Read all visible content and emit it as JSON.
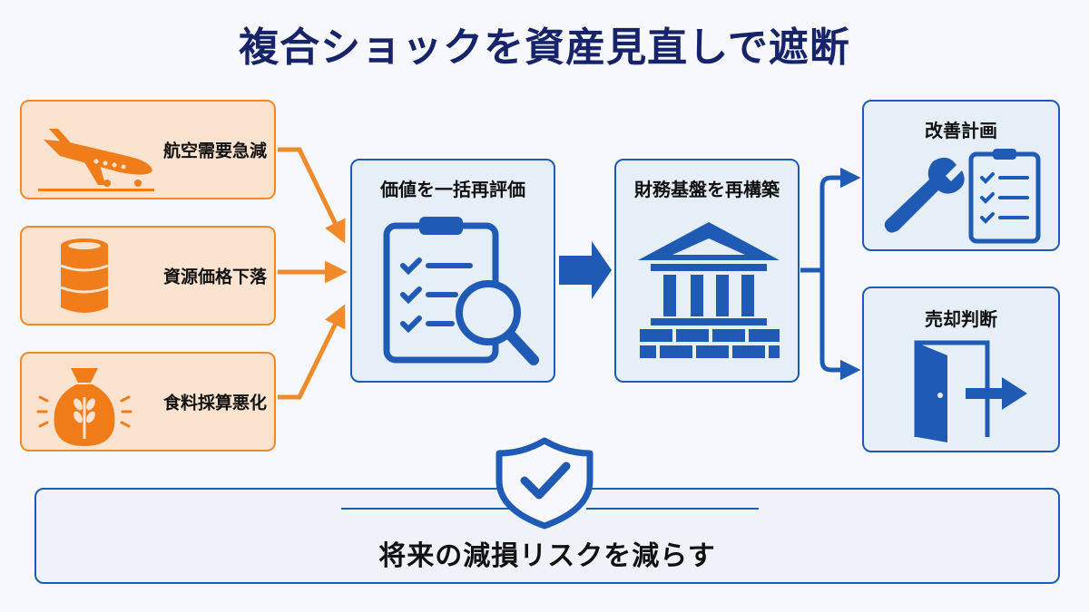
{
  "title": "複合ショックを資産見直しで遮断",
  "shocks": [
    {
      "label": "航空需要急減",
      "icon": "airplane-landing-icon"
    },
    {
      "label": "資源価格下落",
      "icon": "oil-barrel-icon"
    },
    {
      "label": "食料採算悪化",
      "icon": "grain-sack-icon"
    }
  ],
  "steps": {
    "revalue": {
      "label": "価値を一括再評価",
      "icon": "clipboard-magnifier-icon"
    },
    "rebuild": {
      "label": "財務基盤を再構築",
      "icon": "bank-building-icon"
    }
  },
  "outcomes": [
    {
      "label": "改善計画",
      "icon": "wrench-checklist-icon"
    },
    {
      "label": "売却判断",
      "icon": "exit-door-icon"
    }
  ],
  "result": {
    "label": "将来の減損リスクを減らす",
    "icon": "shield-check-icon"
  },
  "colors": {
    "navy": "#18246a",
    "blue": "#1f5bb5",
    "orange": "#f08a2b",
    "orange_fill": "#fbe3cf"
  }
}
